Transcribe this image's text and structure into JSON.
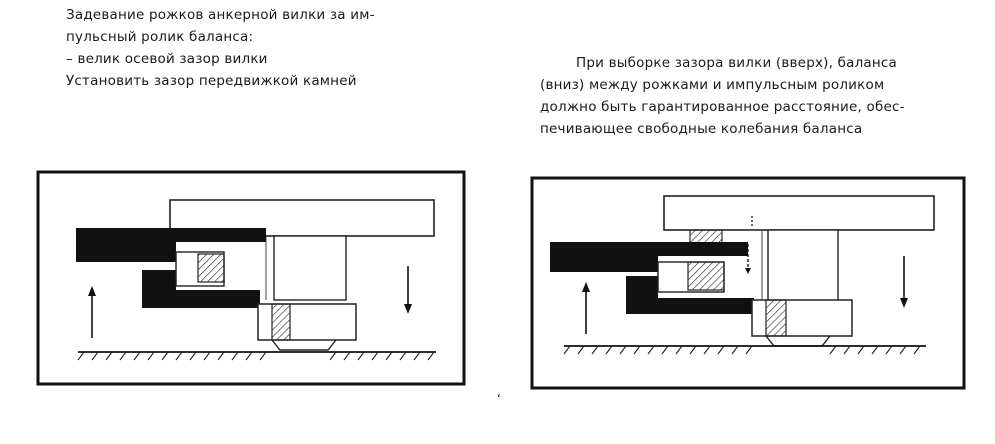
{
  "left_text": {
    "line1": "Задевание рожков анкерной вилки за им-",
    "line2": "пульсный ролик баланса:",
    "line3": "– велик осевой зазор вилки",
    "line4": "Установить зазор передвижкой камней"
  },
  "right_text": {
    "line1": "При выборке зазора вилки (вверх), баланса",
    "line2": "(вниз) между рожками и импульсным роликом",
    "line3": "должно быть гарантированное расстояние, обес-",
    "line4": "печивающее свободные колебания баланса"
  },
  "figures": {
    "left": {
      "name": "fork-horns-touching-impulse-roller"
    },
    "right": {
      "name": "fork-horns-with-guaranteed-clearance"
    }
  },
  "page_mark": "‘"
}
